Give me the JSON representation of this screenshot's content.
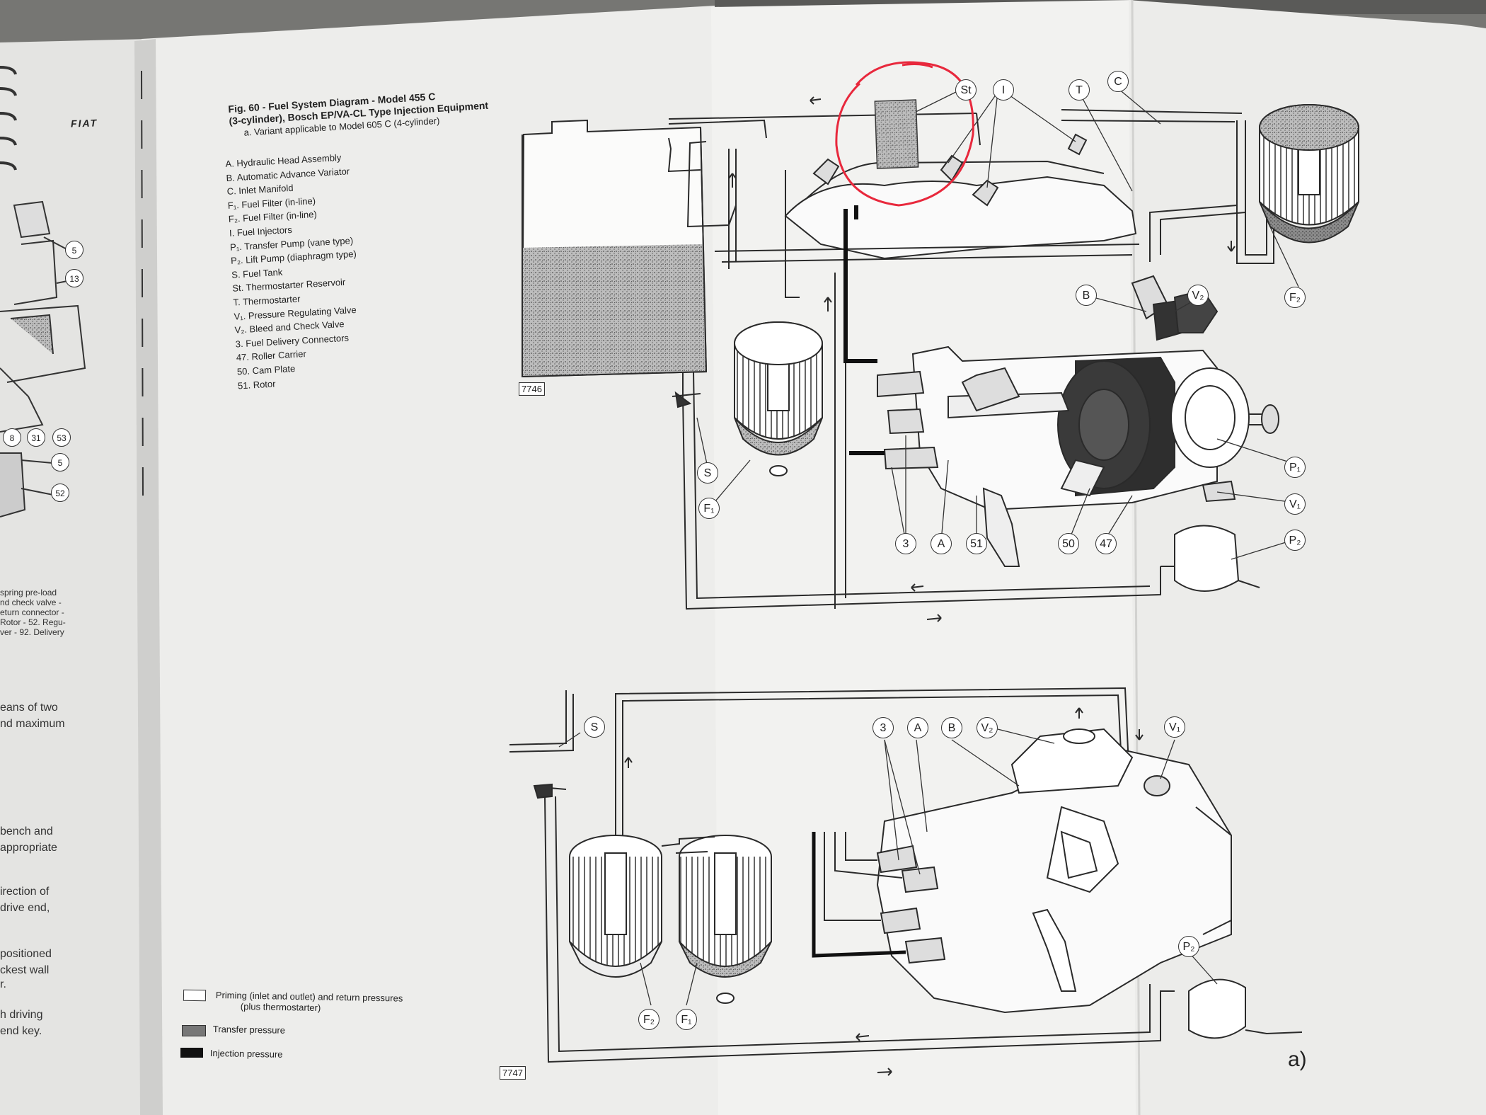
{
  "figure": {
    "caption_line1": "Fig. 60 - Fuel System Diagram - Model 455 C",
    "caption_line2": "(3-cylinder), Bosch EP/VA-CL Type Injection Equipment",
    "variant_note": "a. Variant applicable to Model 605 C (4-cylinder)",
    "brand": "FIAT",
    "legend": [
      "A. Hydraulic Head Assembly",
      "B. Automatic Advance Variator",
      "C. Inlet Manifold",
      "F₁. Fuel Filter (in-line)",
      "F₂. Fuel Filter (in-line)",
      "I. Fuel Injectors",
      "P₁. Transfer Pump (vane type)",
      "P₂. Lift Pump (diaphragm type)",
      "S. Fuel Tank",
      "St. Thermostarter Reservoir",
      "T. Thermostarter",
      "V₁. Pressure Regulating Valve",
      "V₂. Bleed and Check Valve",
      "3. Fuel Delivery Connectors",
      "47. Roller Carrier",
      "50. Cam Plate",
      "51. Rotor"
    ],
    "pressure_key": [
      "Priming (inlet and outlet) and return pressures",
      "(plus thermostarter)",
      "Transfer pressure",
      "Injection pressure"
    ],
    "top_figure_number": "7746",
    "bottom_figure_number": "7747",
    "variant_marker": "a)"
  },
  "top_callouts": [
    "St",
    "I",
    "T",
    "C",
    "F₂",
    "B",
    "V₂",
    "P₁",
    "V₁",
    "P₂",
    "S",
    "F₁",
    "3",
    "A",
    "51",
    "50",
    "47"
  ],
  "bottom_callouts": [
    "S",
    "3",
    "A",
    "B",
    "V₂",
    "V₁",
    "P₂",
    "F₂",
    "F₁"
  ],
  "left_page_fragments": [
    "spring pre-load",
    "nd check valve -",
    "eturn connector -",
    "Rotor - 52. Regu-",
    "ver - 92. Delivery",
    "eans of two",
    "nd maximum",
    "bench and",
    "appropriate",
    "irection of",
    "drive end,",
    "positioned",
    "ckest wall",
    "r.",
    "h driving",
    "end key."
  ],
  "left_page_part_numbers": [
    "5",
    "13",
    "8",
    "31",
    "53",
    "5",
    "52"
  ],
  "annotation": {
    "circle_color": "#e8283c",
    "highlighted_callout": "St"
  }
}
